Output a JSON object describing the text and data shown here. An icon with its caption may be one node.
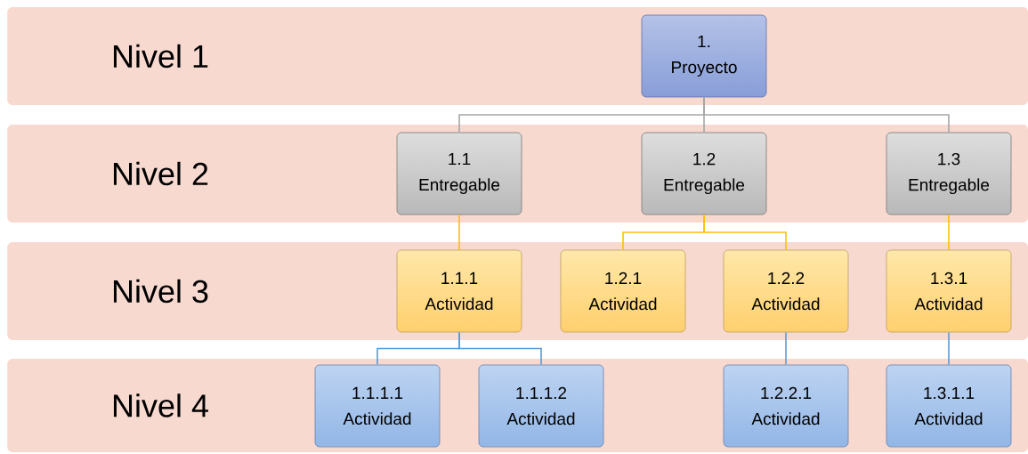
{
  "diagram": {
    "nodes": [
      {
        "text": [
          "Nivel 1"
        ]
      },
      {
        "text": [
          "1. Proyecto"
        ],
        "in": 0
      },
      {
        "text": [
          "Nivel 2"
        ]
      },
      {
        "text": [
          "1.1 Entregable"
        ],
        "in": 2
      },
      {
        "text": [
          "1.2 Entregable"
        ],
        "in": 2
      },
      {
        "text": [
          "1.3 Entregable"
        ],
        "in": 2
      },
      {
        "text": [
          "Nivel 3"
        ]
      },
      {
        "text": [
          "1.1.1 Actividad"
        ],
        "in": 6
      },
      {
        "text": [
          "1.2.1 Actividad"
        ],
        "in": 6
      },
      {
        "text": [
          "1.2.2 Actividad"
        ],
        "in": 6
      },
      {
        "text": [
          "1.3.1 Actividad"
        ],
        "in": 6
      },
      {
        "text": [
          "Nivel 4"
        ]
      },
      {
        "text": [
          "1.1.1.1 Actividad"
        ],
        "in": 11
      },
      {
        "text": [
          "1.1.1.2 Actividad"
        ],
        "in": 11
      },
      {
        "text": [
          "1.2.2.1 Actividad"
        ],
        "in": 11
      },
      {
        "text": [
          "1.3.1.1 Actividad"
        ],
        "in": 11
      }
    ],
    "edges": [
      {
        "from": 1,
        "to": 3,
        "arrow": "none",
        "color": "#a6a6a6"
      },
      {
        "from": 1,
        "to": 4,
        "arrow": "none",
        "color": "#a6a6a6"
      },
      {
        "from": 1,
        "to": 5,
        "arrow": "none",
        "color": "#a6a6a6"
      },
      {
        "from": 3,
        "to": 7,
        "arrow": "none",
        "color": "#ffc000"
      },
      {
        "from": 4,
        "to": 8,
        "arrow": "none",
        "color": "#ffc000"
      },
      {
        "from": 4,
        "to": 9,
        "arrow": "none",
        "color": "#ffc000"
      },
      {
        "from": 5,
        "to": 10,
        "arrow": "none",
        "color": "#ffc000"
      },
      {
        "from": 7,
        "to": 12,
        "arrow": "none",
        "color": "#5b9bd5"
      },
      {
        "from": 7,
        "to": 13,
        "arrow": "none",
        "color": "#5b9bd5"
      },
      {
        "from": 9,
        "to": 14,
        "arrow": "none",
        "color": "#5b9bd5"
      },
      {
        "from": 10,
        "to": 15,
        "arrow": "none",
        "color": "#5b9bd5"
      }
    ]
  }
}
